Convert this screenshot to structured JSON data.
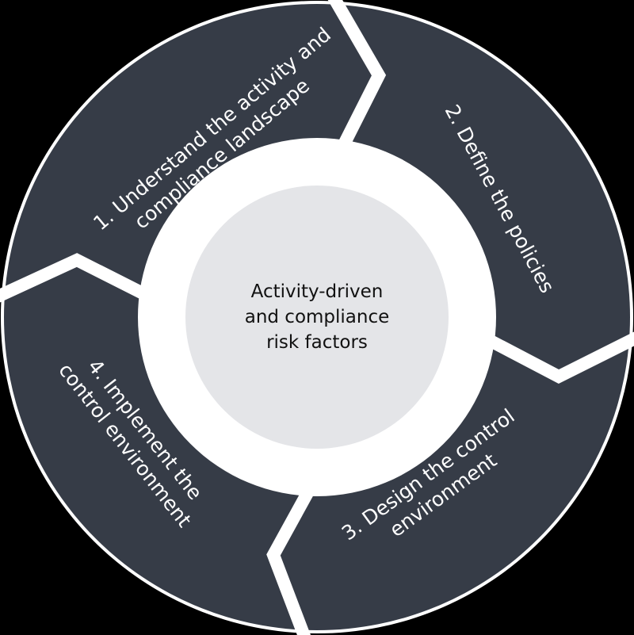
{
  "colors": {
    "segment": "#363c47",
    "gap": "#ffffff",
    "center": "#e4e5e8",
    "background": "#000000"
  },
  "center": {
    "lines": [
      "Activity-driven",
      "and compliance",
      "risk factors"
    ]
  },
  "steps": [
    {
      "lines": [
        "1. Understand the activity and",
        "compliance landscape"
      ]
    },
    {
      "lines": [
        "2. Define the policies"
      ]
    },
    {
      "lines": [
        "3. Design the control",
        "environment"
      ]
    },
    {
      "lines": [
        "4. Implement the",
        "control environment"
      ]
    }
  ]
}
